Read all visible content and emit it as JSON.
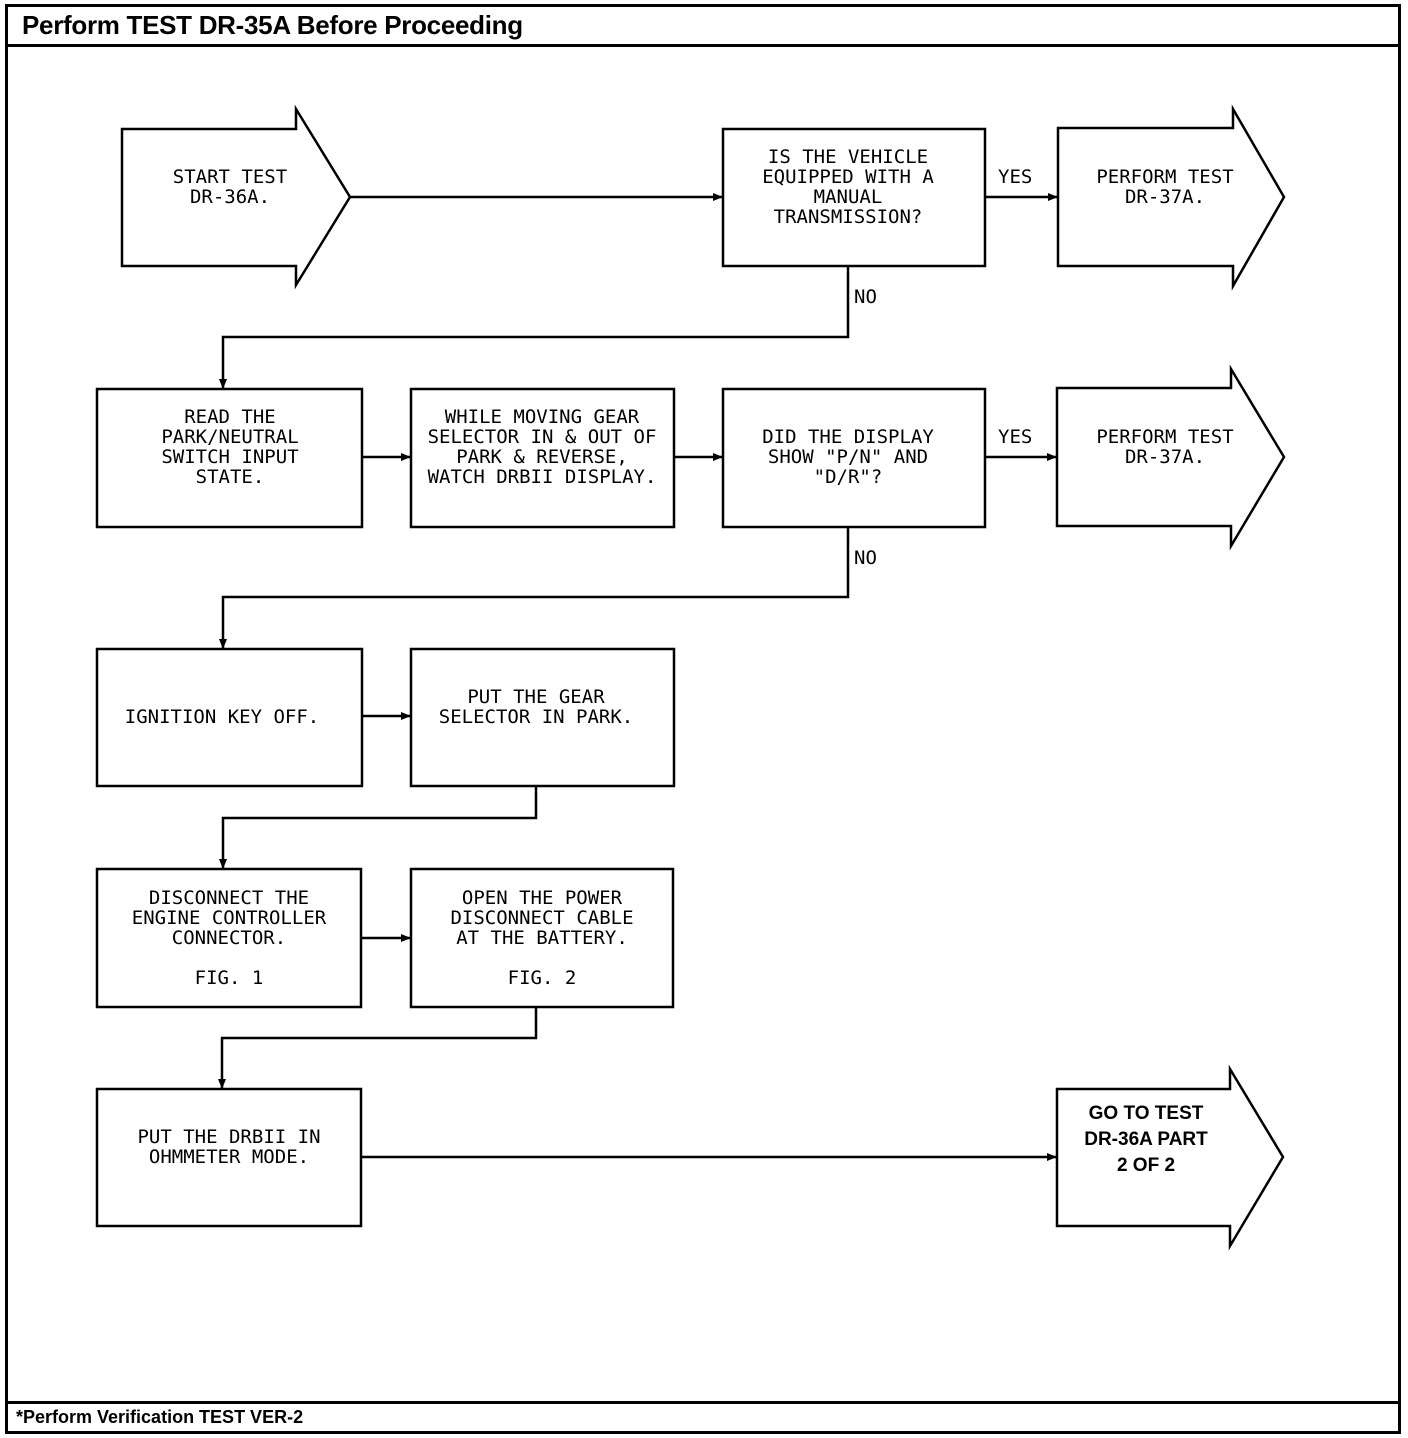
{
  "header": {
    "title": "Perform TEST DR-35A Before Proceeding"
  },
  "footer": {
    "note": "*Perform Verification TEST VER-2"
  },
  "nodes": {
    "start": {
      "lines": [
        "START TEST",
        "DR-36A."
      ]
    },
    "q_manual": {
      "lines": [
        "IS THE VEHICLE",
        "EQUIPPED WITH A",
        "MANUAL",
        "TRANSMISSION?"
      ]
    },
    "perform_37a_1": {
      "lines": [
        "PERFORM TEST",
        "DR-37A."
      ]
    },
    "read_state": {
      "lines": [
        "READ THE",
        "PARK/NEUTRAL",
        "SWITCH INPUT",
        "STATE."
      ]
    },
    "move_gear": {
      "lines": [
        "WHILE MOVING GEAR",
        "SELECTOR IN & OUT OF",
        "PARK & REVERSE,",
        "WATCH DRBII DISPLAY."
      ]
    },
    "q_display": {
      "lines": [
        "DID THE DISPLAY",
        "SHOW \"P/N\" AND",
        "\"D/R\"?"
      ]
    },
    "perform_37a_2": {
      "lines": [
        "PERFORM TEST",
        "DR-37A."
      ]
    },
    "ignition_off": {
      "lines": [
        "IGNITION KEY OFF."
      ]
    },
    "gear_park": {
      "lines": [
        "PUT THE GEAR",
        "SELECTOR IN PARK."
      ]
    },
    "disconnect_engine": {
      "lines": [
        "DISCONNECT THE",
        "ENGINE CONTROLLER",
        "CONNECTOR.",
        "",
        "FIG. 1"
      ]
    },
    "open_power": {
      "lines": [
        "OPEN THE POWER",
        "DISCONNECT CABLE",
        "AT THE BATTERY.",
        "",
        "FIG. 2"
      ]
    },
    "ohmmeter": {
      "lines": [
        "PUT THE DRBII IN",
        "OHMMETER MODE."
      ]
    },
    "goto_part2": {
      "lines": [
        "GO TO TEST",
        "DR-36A PART",
        "2 OF 2"
      ]
    }
  },
  "edge_labels": {
    "yes_1": "YES",
    "no_1": "NO",
    "yes_2": "YES",
    "no_2": "NO"
  }
}
